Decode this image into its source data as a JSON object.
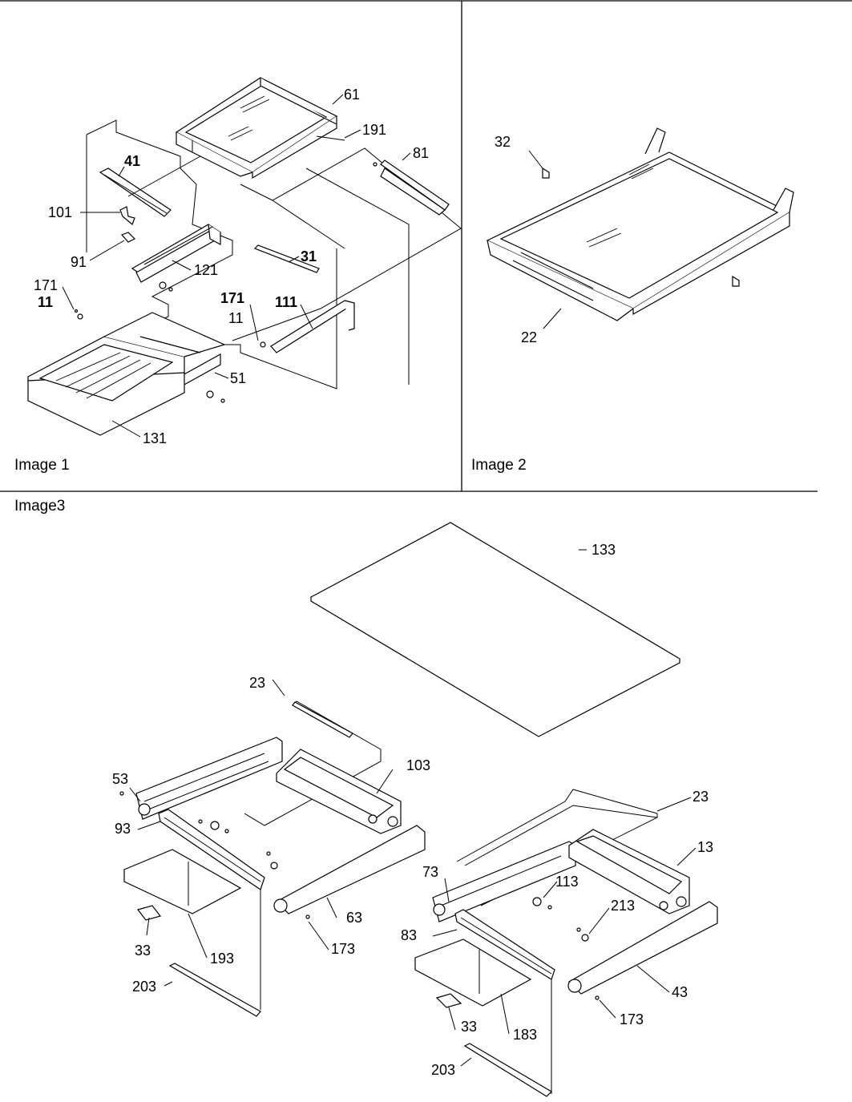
{
  "panels": [
    {
      "caption": "Image 1",
      "callouts": [
        "61",
        "191",
        "81",
        "41",
        "101",
        "91",
        "121",
        "31",
        "171",
        "11",
        "171",
        "11",
        "111",
        "51",
        "131"
      ]
    },
    {
      "caption": "Image 2",
      "callouts": [
        "32",
        "22"
      ]
    },
    {
      "caption": "Image3",
      "callouts": [
        "133",
        "23",
        "103",
        "53",
        "93",
        "63",
        "173",
        "33",
        "193",
        "203",
        "23",
        "13",
        "73",
        "113",
        "213",
        "83",
        "43",
        "173",
        "33",
        "183",
        "203"
      ]
    }
  ]
}
